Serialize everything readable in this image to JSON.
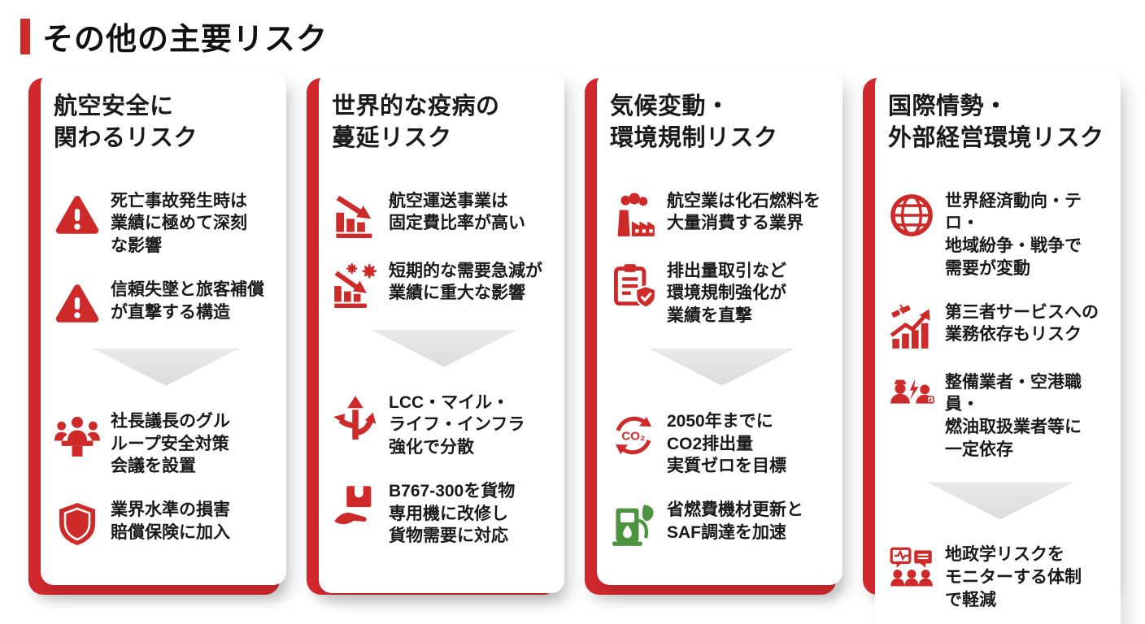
{
  "page": {
    "title": "その他の主要リスク",
    "colors": {
      "accent_red": "#ce2a2a",
      "card_back_red": "#d0282d",
      "eco_green": "#4e9440",
      "chevron_gray": "#e3e3e3",
      "text_black": "#1a1a1a",
      "background": "#ffffff"
    }
  },
  "cards": [
    {
      "title": "航空安全に\n関わるリスク",
      "items": [
        {
          "icon": "warning-icon",
          "text": "死亡事故発生時は\n業績に極めて深刻\nな影響"
        },
        {
          "icon": "warning-icon",
          "text": "信頼失墜と旅客補償\nが直撃する構造"
        },
        {
          "icon": "meeting-icon",
          "text": "社長議長のグル\nループ安全対策\n会議を設置"
        },
        {
          "icon": "shield-icon",
          "text": "業界水準の損害\n賠償保険に加入"
        }
      ]
    },
    {
      "title": "世界的な疫病の\n蔓延リスク",
      "items": [
        {
          "icon": "declining-chart-icon",
          "text": "航空運送事業は\n固定費比率が高い"
        },
        {
          "icon": "virus-declining-chart-icon",
          "text": "短期的な需要急減が\n業績に重大な影響"
        },
        {
          "icon": "branching-arrows-icon",
          "text": "LCC・マイル・\nライフ・インフラ\n強化で分散"
        },
        {
          "icon": "cargo-hand-icon",
          "text": "B767-300を貨物\n専用機に改修し\n貨物需要に対応"
        }
      ]
    },
    {
      "title": "気候変動・\n環境規制リスク",
      "items": [
        {
          "icon": "factory-icon",
          "text": "航空業は化石燃料を\n大量消費する業界"
        },
        {
          "icon": "clipboard-check-icon",
          "text": "排出量取引など\n環境規制強化が\n業績を直撃"
        },
        {
          "icon": "co2-cycle-icon",
          "text": "2050年までに\nCO2排出量\n実質ゼロを目標"
        },
        {
          "icon": "fuel-leaf-icon",
          "text": "省燃費機材更新と\nSAF調達を加速"
        }
      ]
    },
    {
      "title": "国際情勢・\n外部経営環境リスク",
      "items": [
        {
          "icon": "globe-icon",
          "text": "世界経済動向・テロ・\n地域紛争・戦争で\n需要が変動"
        },
        {
          "icon": "rising-chart-dependency-icon",
          "text": "第三者サービスへの\n業務依存もリスク"
        },
        {
          "icon": "workers-conflict-icon",
          "text": "整備業者・空港職員・\n燃油取扱業者等に\n一定依存"
        },
        {
          "icon": "monitoring-team-icon",
          "text": "地政学リスクを\nモニターする体制\nで軽減"
        }
      ]
    }
  ]
}
